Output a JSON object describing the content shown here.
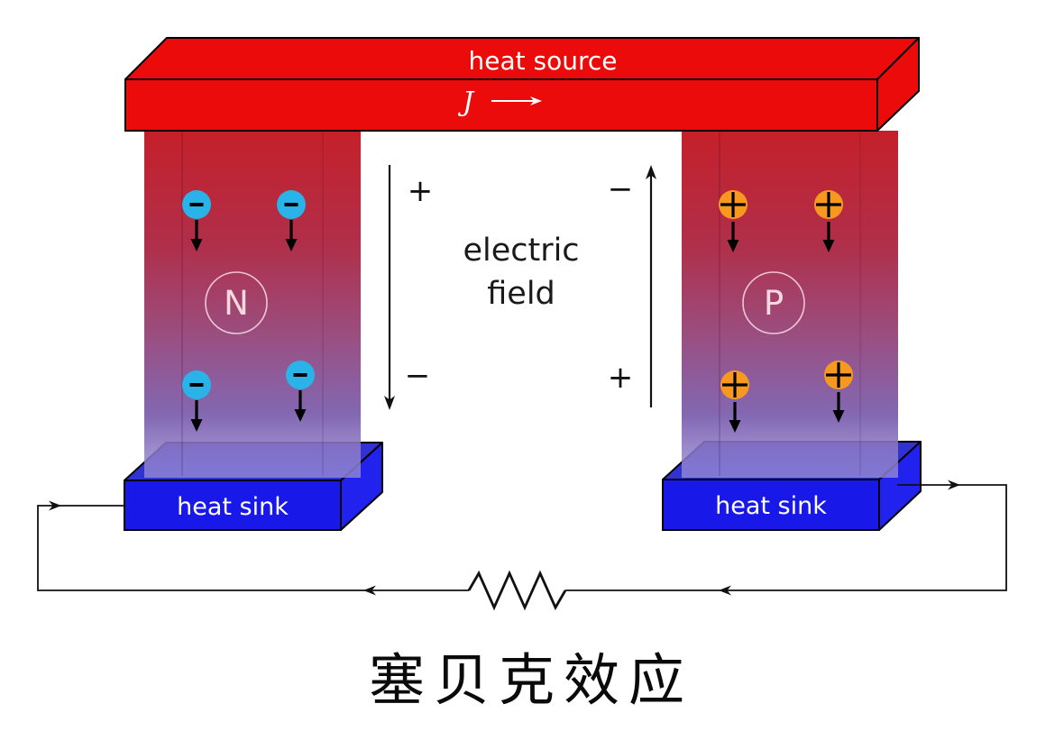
{
  "title": "塞贝克效应",
  "heat_source": {
    "label": "heat source",
    "current_symbol": "J"
  },
  "legs": {
    "n": {
      "symbol": "N",
      "carrier_sign": "−",
      "carrier_color": "#29b3e8"
    },
    "p": {
      "symbol": "P",
      "carrier_sign": "+",
      "carrier_color": "#f8991f"
    }
  },
  "electric_field": {
    "label_line1": "electric",
    "label_line2": "field",
    "left": {
      "top_sign": "+",
      "bottom_sign": "−"
    },
    "right": {
      "top_sign": "−",
      "bottom_sign": "+"
    }
  },
  "heat_sink_left": {
    "label": "heat sink"
  },
  "heat_sink_right": {
    "label": "heat sink"
  },
  "colors": {
    "heat_source_red": "#ec0b0b",
    "heat_sink_blue": "#1818e8",
    "leg_hot": "#c5202a",
    "leg_cold": "#968cd6",
    "electron_cyan": "#29b3e8",
    "hole_orange": "#f8991f",
    "wire_black": "#111111"
  }
}
